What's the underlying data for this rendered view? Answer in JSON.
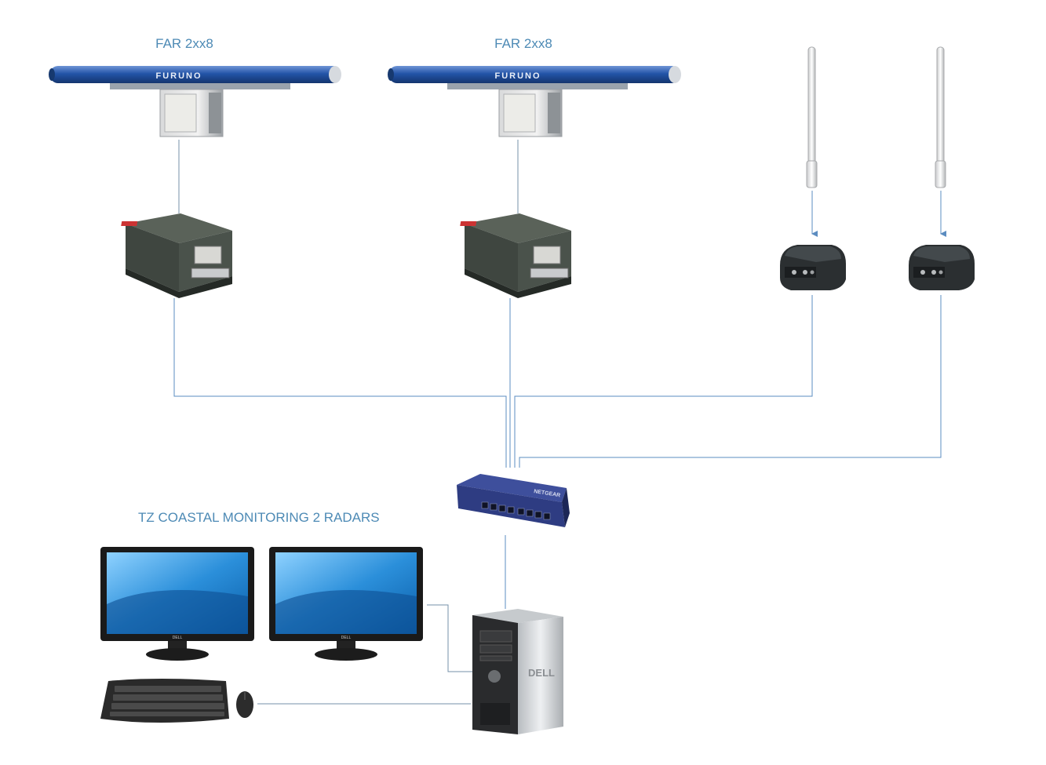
{
  "labels": {
    "radar_left": "FAR 2xx8",
    "radar_right": "FAR 2xx8",
    "system_title": "TZ COASTAL MONITORING 2 RADARS"
  },
  "brands": {
    "radar_left": "FURUNO",
    "radar_right": "FURUNO",
    "switch": "NETGEAR",
    "monitor_left": "DELL",
    "monitor_right": "DELL",
    "tower": "DELL"
  },
  "colors": {
    "connector": "#5b8cc0",
    "label": "#4d8ab5",
    "radar_blue": "#1f4e9c"
  }
}
